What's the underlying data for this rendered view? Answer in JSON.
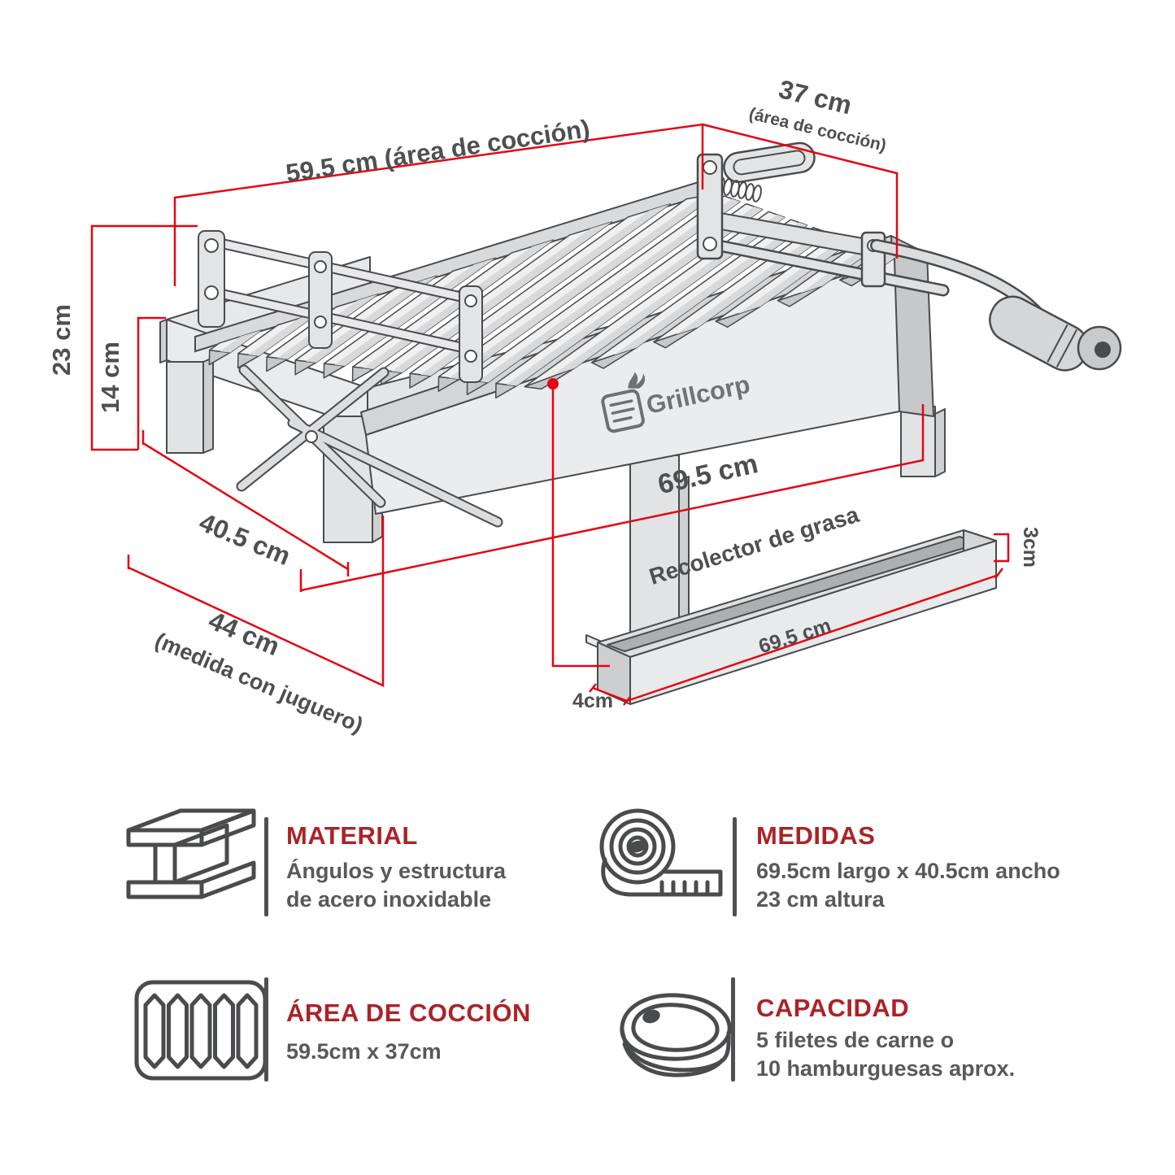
{
  "illustration": {
    "brand_logo": "Grillcorp",
    "dim_cooking_length": "59.5 cm (área de cocción)",
    "dim_cooking_width": "37 cm",
    "dim_cooking_width_note": "(área de cocción)",
    "dim_total_height": "23 cm",
    "dim_frame_height": "14 cm",
    "dim_depth": "40.5 cm",
    "dim_depth_with_tray": "44 cm",
    "dim_depth_with_tray_note": "(medida con juguero)",
    "dim_body_length": "69.5 cm",
    "tray_label": "Recolector de grasa",
    "tray_length": "69.5 cm",
    "tray_height": "3cm",
    "tray_width": "4cm"
  },
  "specs": [
    {
      "icon": "steel-beam-icon",
      "title": "MATERIAL",
      "lines": [
        "Ángulos y estructura",
        "de acero inoxidable"
      ]
    },
    {
      "icon": "tape-measure-icon",
      "title": "MEDIDAS",
      "lines": [
        "69.5cm largo x 40.5cm ancho",
        "23 cm altura"
      ]
    },
    {
      "icon": "grill-grate-icon",
      "title": "ÁREA DE COCCIÓN",
      "lines": [
        "59.5cm x 37cm"
      ]
    },
    {
      "icon": "steak-icon",
      "title": "CAPACIDAD",
      "lines": [
        "5 filetes de carne o",
        "10 hamburguesas aprox."
      ]
    }
  ],
  "colors": {
    "dimension_red": "#e30613",
    "heading_red": "#ab2328",
    "text_gray": "#58595b",
    "outline_gray": "#4a4b4c"
  }
}
